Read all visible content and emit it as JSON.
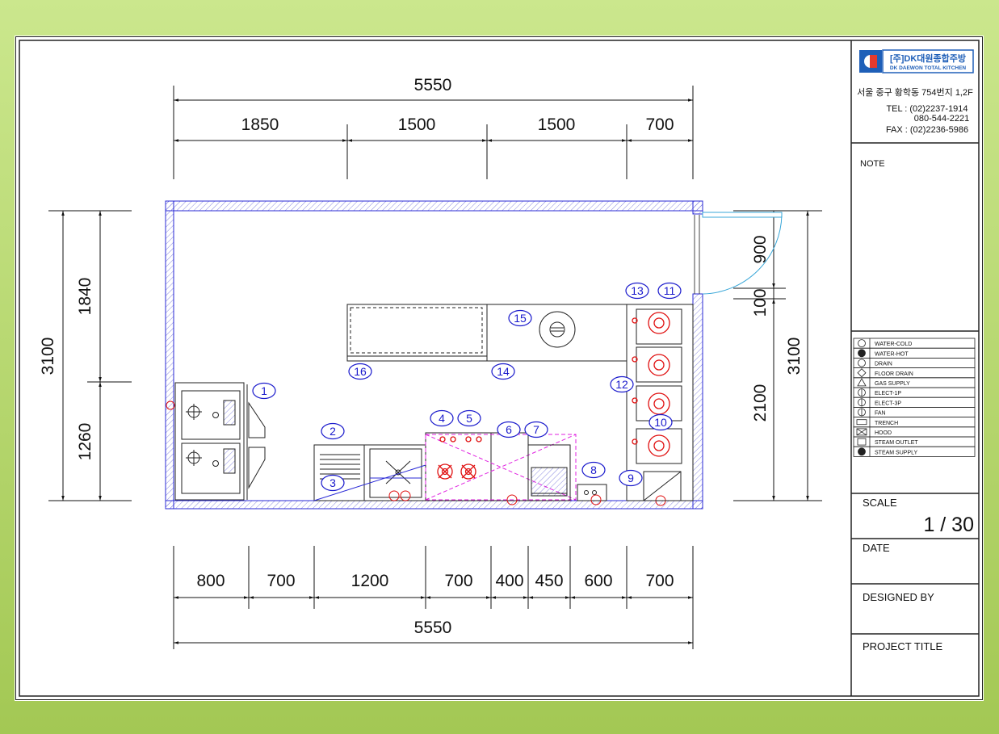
{
  "company": {
    "logo_text": "DK",
    "name_kr": "[주]DK대원종합주방",
    "name_en": "DK DAEWON TOTAL KITCHEN",
    "address": "서울 중구 황학동 754번지 1,2F",
    "tel": "TEL : (02)2237-1914",
    "tel2": "080-544-2221",
    "fax": "FAX : (02)2236-5986"
  },
  "title_block": {
    "note": "NOTE",
    "scale_label": "SCALE",
    "scale_value": "1 / 30",
    "date_label": "DATE",
    "designed_by_label": "DESIGNED BY",
    "project_title_label": "PROJECT TITLE"
  },
  "legend": [
    {
      "icon": "water-cold-icon",
      "label": "WATER-COLD"
    },
    {
      "icon": "water-hot-icon",
      "label": "WATER-HOT"
    },
    {
      "icon": "drain-icon",
      "label": "DRAIN"
    },
    {
      "icon": "floor-drain-icon",
      "label": "FLOOR DRAIN"
    },
    {
      "icon": "gas-supply-icon",
      "label": "GAS SUPPLY"
    },
    {
      "icon": "electric-1p-icon",
      "label": "ELECT-1P"
    },
    {
      "icon": "electric-3p-icon",
      "label": "ELECT-3P"
    },
    {
      "icon": "fan-icon",
      "label": "FAN"
    },
    {
      "icon": "trench-icon",
      "label": "TRENCH"
    },
    {
      "icon": "hood-icon",
      "label": "HOOD"
    },
    {
      "icon": "steam-outlet-icon",
      "label": "STEAM OUTLET"
    },
    {
      "icon": "steam-supply-icon",
      "label": "STEAM SUPPLY"
    }
  ],
  "dimensions": {
    "top_total": "5550",
    "top_segments": [
      "1850",
      "1500",
      "1500",
      "700"
    ],
    "bottom_total": "5550",
    "bottom_segments": [
      "800",
      "700",
      "1200",
      "700",
      "400",
      "450",
      "600",
      "700"
    ],
    "left_total": "3100",
    "left_segments": [
      "1840",
      "1260"
    ],
    "right_total": "3100",
    "right_segments": [
      "900",
      "100",
      "2100"
    ]
  },
  "equipment_tags": [
    "1",
    "2",
    "3",
    "4",
    "5",
    "6",
    "7",
    "8",
    "9",
    "11",
    "12",
    "13",
    "14",
    "15",
    "16",
    "10"
  ],
  "colors": {
    "wall": "#2a2ad6",
    "tag": "#1a1acc",
    "burner": "#e01010",
    "hood": "#e020e0",
    "background_top": "#cbe78d",
    "background_bottom": "#a3c854"
  }
}
